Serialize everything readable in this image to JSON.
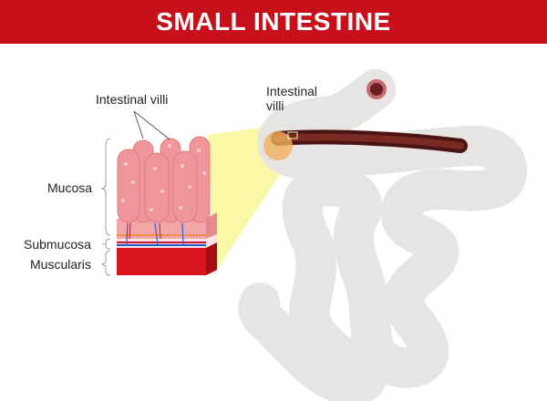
{
  "header": {
    "title": "SMALL INTESTINE"
  },
  "labels": {
    "villi_left": "Intestinal villi",
    "villi_right_line1": "Intestinal",
    "villi_right_line2": "villi",
    "mucosa": "Mucosa",
    "submucosa": "Submucosa",
    "muscularis": "Muscularis"
  },
  "colors": {
    "header": "#c8101a",
    "tissue": "#f2a3a6",
    "muscle": "#d8151f",
    "highlight": "#fbf7a6"
  }
}
